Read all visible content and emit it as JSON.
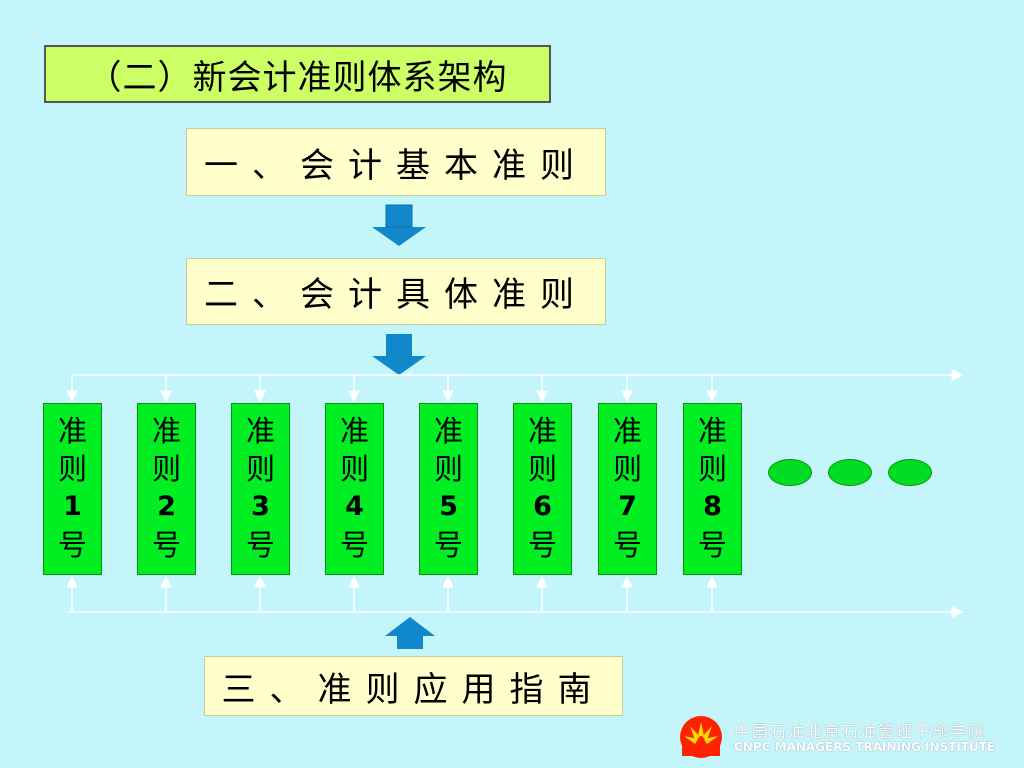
{
  "title": "（二）新会计准则体系架构",
  "stages": {
    "basic": "一、会计基本准则",
    "specific": "二、会计具体准则",
    "guide": "三、准则应用指南"
  },
  "standards": [
    {
      "top": "准",
      "mid": "则",
      "num": "1",
      "end": "号"
    },
    {
      "top": "准",
      "mid": "则",
      "num": "2",
      "end": "号"
    },
    {
      "top": "准",
      "mid": "则",
      "num": "3",
      "end": "号"
    },
    {
      "top": "准",
      "mid": "则",
      "num": "4",
      "end": "号"
    },
    {
      "top": "准",
      "mid": "则",
      "num": "5",
      "end": "号"
    },
    {
      "top": "准",
      "mid": "则",
      "num": "6",
      "end": "号"
    },
    {
      "top": "准",
      "mid": "则",
      "num": "7",
      "end": "号"
    },
    {
      "top": "准",
      "mid": "则",
      "num": "8",
      "end": "号"
    }
  ],
  "footer": {
    "org_cn": "中国石油北京石油管理干部学院",
    "org_en": "CNPC MANAGERS TRAINING INSTITUTE"
  },
  "colors": {
    "background": "#c3f5fb",
    "title_fill": "#ccff66",
    "stage_fill": "#ffffcc",
    "standard_fill": "#00ee22",
    "arrow": "#1188cc"
  }
}
